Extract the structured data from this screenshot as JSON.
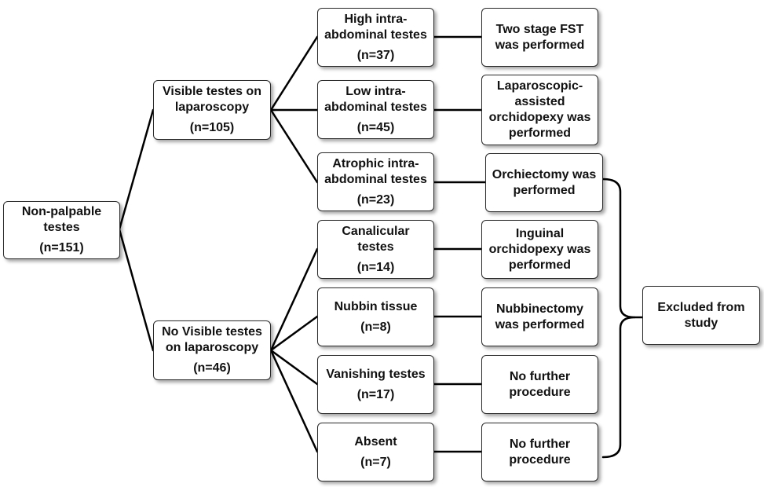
{
  "root": {
    "label": "Non-palpable\ntestes",
    "count": "(n=151)"
  },
  "groups": [
    {
      "label": "Visible testes on\nlaparoscopy",
      "count": "(n=105)"
    },
    {
      "label": "No Visible testes\non laparoscopy",
      "count": "(n=46)"
    }
  ],
  "categories": [
    {
      "label": "High intra-\nabdominal testes",
      "count": "(n=37)"
    },
    {
      "label": "Low intra-\nabdominal testes",
      "count": "(n=45)"
    },
    {
      "label": "Atrophic intra-\nabdominal testes",
      "count": "(n=23)"
    },
    {
      "label": "Canalicular\ntestes",
      "count": "(n=14)"
    },
    {
      "label": "Nubbin tissue",
      "count": "(n=8)"
    },
    {
      "label": "Vanishing testes",
      "count": "(n=17)"
    },
    {
      "label": "Absent",
      "count": "(n=7)"
    }
  ],
  "outcomes": [
    {
      "label": "Two stage FST\nwas performed"
    },
    {
      "label": "Laparoscopic-\nassisted\norchidopexy was\nperformed"
    },
    {
      "label": "Orchiectomy was\nperformed"
    },
    {
      "label": "Inguinal\norchidopexy was\nperformed"
    },
    {
      "label": "Nubbinectomy\nwas performed"
    },
    {
      "label": "No further\nprocedure"
    },
    {
      "label": "No further\nprocedure"
    }
  ],
  "excluded": {
    "label": "Excluded from\nstudy"
  }
}
